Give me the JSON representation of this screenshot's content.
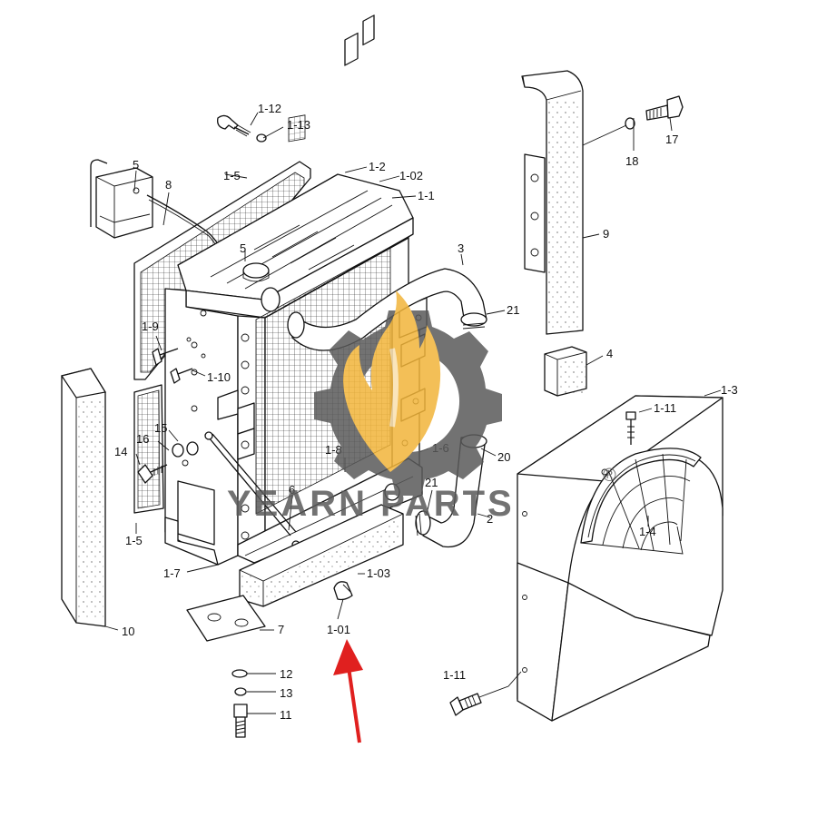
{
  "watermark": {
    "brand": "YEARN PARTS",
    "registered": "®",
    "gear_color": "#5a5a5a",
    "flame_color": "#f2b53a"
  },
  "arrow": {
    "color": "#e0201f",
    "points_to": "1-01"
  },
  "callouts": {
    "c1_12": "1-12",
    "c1_13": "1-13",
    "c5_top": "5",
    "c8": "8",
    "c1_5_top": "1-5",
    "c1_2": "1-2",
    "c1_02": "1-02",
    "c1_1": "1-1",
    "c5_cap": "5",
    "c3": "3",
    "c21_top": "21",
    "c17": "17",
    "c18": "18",
    "c9": "9",
    "c4": "4",
    "c1_3": "1-3",
    "c1_11_top": "1-11",
    "c1_9": "1-9",
    "c1_10": "1-10",
    "c15": "15",
    "c16": "16",
    "c14": "14",
    "c1_8": "1-8",
    "c1_6": "1-6",
    "c20": "20",
    "c21_bot": "21",
    "c2": "2",
    "c1_4": "1-4",
    "c6": "6",
    "c1_5_bot": "1-5",
    "c1_7": "1-7",
    "c1_03": "1-03",
    "c10": "10",
    "c1_01": "1-01",
    "c7": "7",
    "c12": "12",
    "c13": "13",
    "c11": "11",
    "c1_11_bot": "1-11"
  }
}
